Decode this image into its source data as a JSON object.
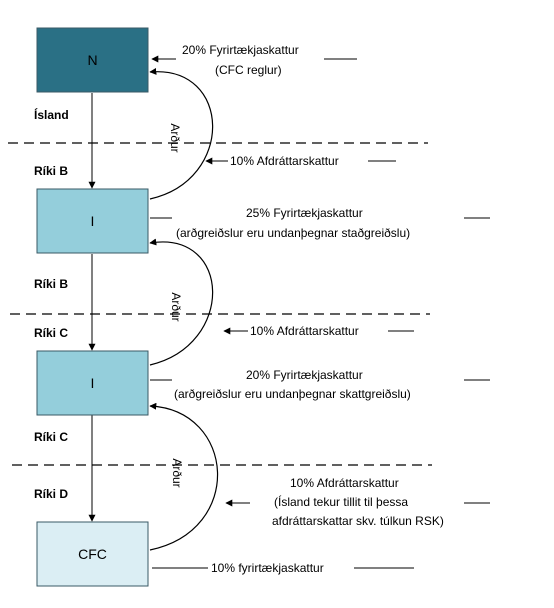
{
  "colors": {
    "box_n": "#2a7085",
    "box_i": "#94cedb",
    "box_cfc": "#dbeef4",
    "box_border": "#3a5a66"
  },
  "boxes": {
    "n": "N",
    "i1": "I",
    "i2": "I",
    "cfc": "CFC"
  },
  "regions": {
    "island": "Ísland",
    "riki_b_1": "Ríki B",
    "riki_b_2": "Ríki B",
    "riki_c_1": "Ríki C",
    "riki_c_2": "Ríki C",
    "riki_d": "Ríki D"
  },
  "arrow_labels": {
    "ardur_1": "Arður",
    "ardur_2": "Arður",
    "ardur_3": "Arður"
  },
  "annotations": {
    "n_tax_line1": "20% Fyrirtækjaskattur",
    "n_tax_line2": "(CFC reglur)",
    "wht_1": "10% Afdráttarskattur",
    "i1_tax_line1": "25% Fyrirtækjaskattur",
    "i1_tax_line2": "(arðgreiðslur eru undanþegnar staðgreiðslu)",
    "wht_2": "10% Afdráttarskattur",
    "i2_tax_line1": "20% Fyrirtækjaskattur",
    "i2_tax_line2": "(arðgreiðslur eru undanþegnar skattgreiðslu)",
    "wht_3_line1": "10% Afdráttarskattur",
    "wht_3_line2": "(Ísland tekur tillit til þessa",
    "wht_3_line3": "afdráttarskattar skv. túlkun RSK)",
    "cfc_tax": "10% fyrirtækjaskattur"
  }
}
